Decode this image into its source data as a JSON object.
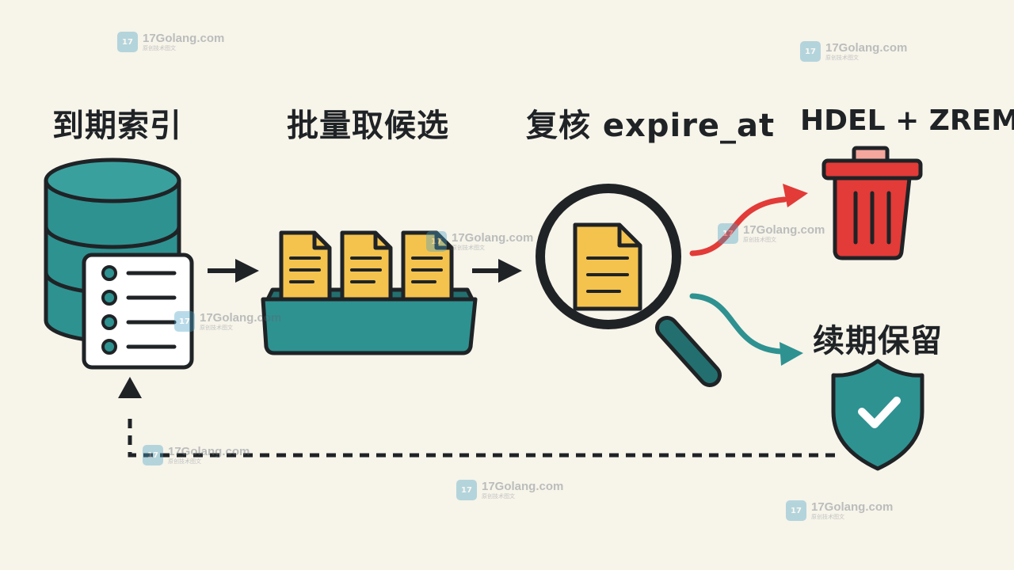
{
  "steps": {
    "index": "到期索引",
    "batch": "批量取候选",
    "verify": "复核 expire_at",
    "delete": "HDEL + ZREM",
    "renew": "续期保留"
  },
  "watermark": {
    "site": "17Golang.com",
    "sub": "原创技术图文",
    "badge": "17"
  },
  "colors": {
    "teal": "#2e9291",
    "teal_dark": "#236f6f",
    "folder_yellow": "#f4c34e",
    "red": "#e23b38",
    "outline": "#1f2326",
    "background": "#f7f4ea"
  },
  "icons": {
    "index": "database-with-list-icon",
    "batch": "document-tray-icon",
    "verify": "magnifier-document-icon",
    "delete": "trash-icon",
    "renew": "shield-check-icon"
  }
}
